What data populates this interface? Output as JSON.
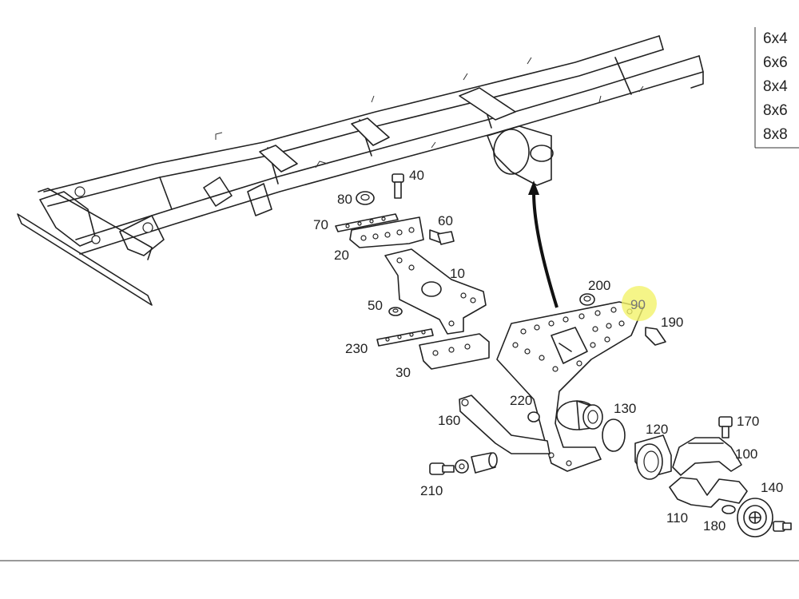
{
  "variants": [
    "6x4",
    "6x6",
    "8x4",
    "8x6",
    "8x8"
  ],
  "highlight_color": "#f3f36a",
  "callouts": {
    "c10": "10",
    "c20": "20",
    "c30": "30",
    "c40": "40",
    "c50": "50",
    "c60": "60",
    "c70": "70",
    "c80": "80",
    "c90": "90",
    "c100": "100",
    "c110": "110",
    "c120": "120",
    "c130": "130",
    "c140": "140",
    "c160": "160",
    "c170": "170",
    "c180": "180",
    "c190": "190",
    "c200": "200",
    "c210": "210",
    "c220": "220",
    "c230": "230"
  }
}
